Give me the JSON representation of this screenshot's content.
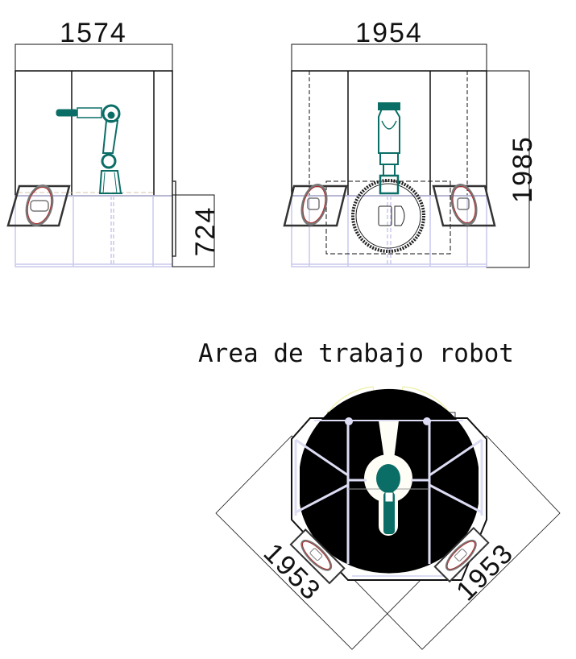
{
  "drawing": {
    "title": "Area de trabajo robot",
    "views": {
      "front": {
        "name": "front-elevation",
        "width_dimension": "1574",
        "table_height_dimension": "724"
      },
      "side": {
        "name": "side-elevation",
        "width_dimension": "1954",
        "height_dimension": "1985"
      },
      "top": {
        "name": "top-plan",
        "left_diagonal_dimension": "1953",
        "right_diagonal_dimension": "1953"
      }
    },
    "colors": {
      "line": "#111111",
      "robot": "#0b6e66",
      "table": "#c8c8ee",
      "floor_fill": "#000000",
      "reach_arc": "#eef0a8",
      "operator_ring": "#b03030"
    }
  }
}
